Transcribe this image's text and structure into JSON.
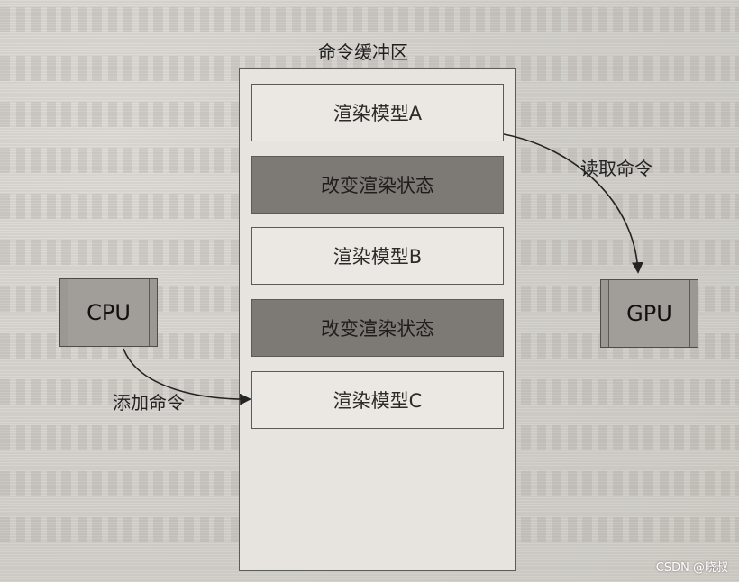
{
  "diagram": {
    "buffer_title": "命令缓冲区",
    "cells": [
      {
        "label": "渲染模型A",
        "tone": "light"
      },
      {
        "label": "改变渲染状态",
        "tone": "dark"
      },
      {
        "label": "渲染模型B",
        "tone": "light"
      },
      {
        "label": "改变渲染状态",
        "tone": "dark"
      },
      {
        "label": "渲染模型C",
        "tone": "light"
      }
    ],
    "cpu_label": "CPU",
    "gpu_label": "GPU",
    "add_label": "添加命令",
    "read_label": "读取命令",
    "watermark": "CSDN @晓叔"
  }
}
